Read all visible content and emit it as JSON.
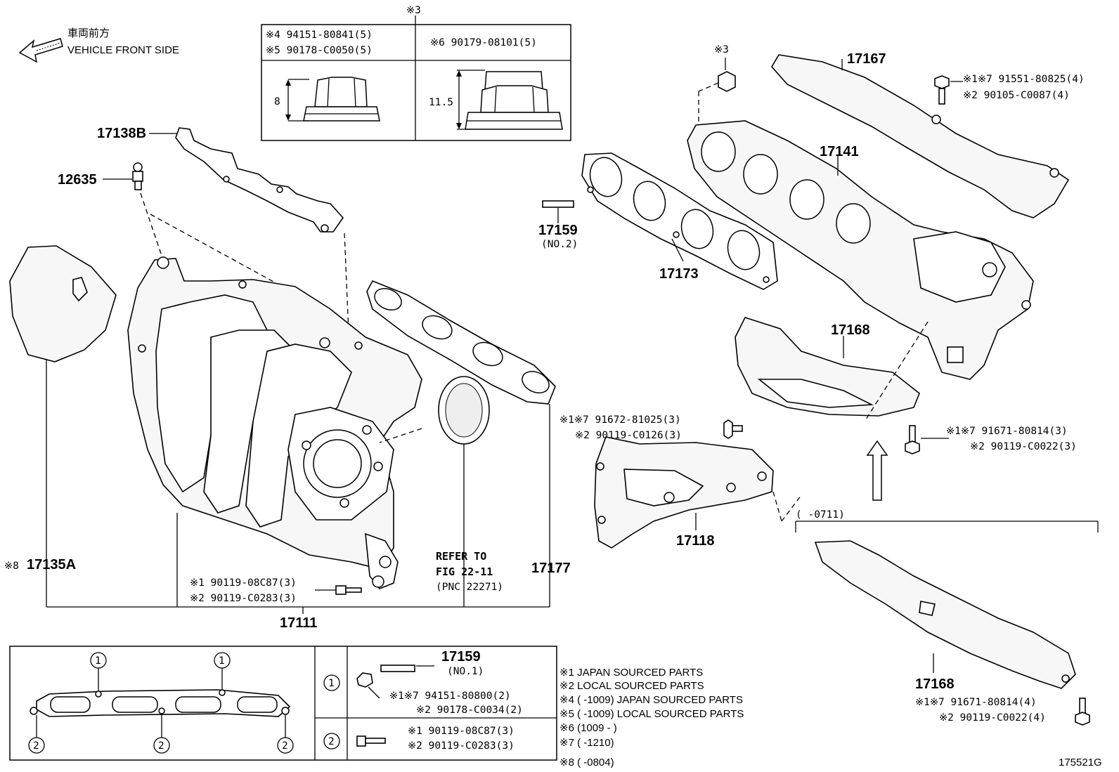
{
  "front": {
    "jp": "車両前方",
    "en": "VEHICLE FRONT SIDE"
  },
  "note3_marker": "※3",
  "nut_table": {
    "left_line1": "※4 94151-80841(5)",
    "left_line2": "※5 90178-C0050(5)",
    "right_line": "※6 90179-08101(5)",
    "left_dim": "8",
    "right_dim": "11.5"
  },
  "parts": {
    "p17138B": "17138B",
    "p12635": "12635",
    "p17135A_mark": "※8",
    "p17135A": "17135A",
    "p17111": "17111",
    "p17177": "17177",
    "p17159": "17159",
    "p17159_sub": "(NO.2)",
    "p17173": "17173",
    "p17141": "17141",
    "p17167": "17167",
    "p17168a": "17168",
    "p17168b": "17168",
    "p17118": "17118",
    "nut3": "※3"
  },
  "refer": {
    "line1": "REFER TO",
    "line2": "FIG 22-11",
    "line3": "(PNC 22271)"
  },
  "bolts": {
    "b_intake1": "※1 90119-08C87(3)",
    "b_intake2": "※2 90119-C0283(3)",
    "b_17118_1": "※1※7 91672-81025(3)",
    "b_17118_2": "※2 90119-C0126(3)",
    "b_17168_1": "※1※7 91671-80814(3)",
    "b_17168_2": "※2 90119-C0022(3)",
    "b_17167_1": "※1※7 91551-80825(4)",
    "b_17167_2": "※2 90105-C0087(4)",
    "b_lower_1": "※1※7 91671-80814(4)",
    "b_lower_2": "※2 90119-C0022(4)"
  },
  "range_0711": "(       -0711)",
  "legend_table": {
    "row1_num": "1",
    "row2_num": "2",
    "r1_part": "17159",
    "r1_sub": "(NO.1)",
    "r1_line1": "※1※7 94151-80800(2)",
    "r1_line2": "※2 90178-C0034(2)",
    "r2_line1": "※1 90119-08C87(3)",
    "r2_line2": "※2 90119-C0283(3)",
    "circle_labels": [
      "1",
      "1",
      "2",
      "2",
      "2"
    ]
  },
  "notes": [
    "※1  JAPAN SOURCED PARTS",
    "※2  LOCAL SOURCED PARTS",
    "※4  (          -1009) JAPAN SOURCED PARTS",
    "※5  (          -1009) LOCAL SOURCED PARTS",
    "※6  (1009 -          )",
    "※7  (          -1210)",
    "※8  (          -0804)"
  ],
  "figure_id": "175521G"
}
